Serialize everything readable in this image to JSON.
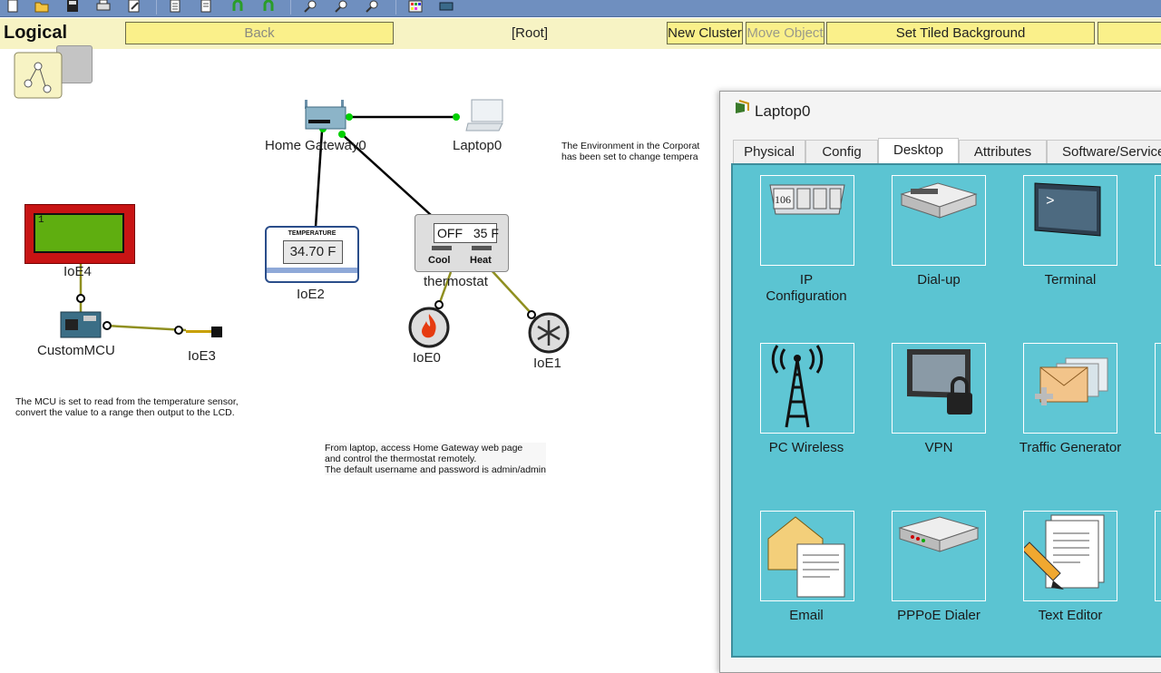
{
  "toolbar": {
    "icons": [
      "new-file-icon",
      "open-folder-icon",
      "save-icon",
      "print-icon",
      "edit-icon",
      "copy-icon",
      "paste-icon",
      "undo-icon",
      "redo-icon",
      "zoom-in-icon",
      "zoom-reset-icon",
      "zoom-out-icon",
      "palette-icon",
      "custom-device-icon"
    ]
  },
  "logical_bar": {
    "title": "Logical",
    "back_label": "Back",
    "root_label": "[Root]",
    "new_cluster_label": "New Cluster",
    "move_object_label": "Move Object",
    "set_tiled_bg_label": "Set Tiled Background"
  },
  "diagram": {
    "devices": {
      "home_gateway": "Home Gateway0",
      "laptop": "Laptop0",
      "ioe4": "IoE4",
      "lcd_value": "1",
      "custom_mcu": "CustomMCU",
      "ioe3": "IoE3",
      "ioe2": "IoE2",
      "temperature_heading": "TEMPERATURE",
      "temperature_value": "34.70 F",
      "thermostat": "thermostat",
      "thermostat_mode": "OFF",
      "thermostat_temp": "35 F",
      "thermostat_cool": "Cool",
      "thermostat_heat": "Heat",
      "ioe0": "IoE0",
      "ioe1": "IoE1"
    },
    "notes": {
      "environment": "The Environment in the Corporat\nhas been set to change tempera",
      "mcu": "The MCU is set to read from the temperature sensor,\nconvert the value to a range then output to the LCD.",
      "laptop": "From laptop, access Home Gateway web page\nand control the thermostat remotely.\nThe default username and password is admin/admin"
    }
  },
  "dialog": {
    "title": "Laptop0",
    "tabs": [
      "Physical",
      "Config",
      "Desktop",
      "Attributes",
      "Software/Services"
    ],
    "active_tab": "Desktop",
    "apps": [
      {
        "label": "IP\nConfiguration",
        "icon": "ip-configuration-icon"
      },
      {
        "label": "Dial-up",
        "icon": "dial-up-icon"
      },
      {
        "label": "Terminal",
        "icon": "terminal-icon"
      },
      {
        "label": "PC Wireless",
        "icon": "pc-wireless-icon"
      },
      {
        "label": "VPN",
        "icon": "vpn-icon"
      },
      {
        "label": "Traffic Generator",
        "icon": "traffic-generator-icon"
      },
      {
        "label": "Email",
        "icon": "email-icon"
      },
      {
        "label": "PPPoE Dialer",
        "icon": "pppoe-dialer-icon"
      },
      {
        "label": "Text Editor",
        "icon": "text-editor-icon"
      }
    ],
    "ip_config_glyph": "106",
    "terminal_glyph": ">"
  },
  "colors": {
    "toolbar_bg": "#6f8fbf",
    "logical_bar_bg": "#f7f3c4",
    "button_bg": "#faf08a",
    "desktop_bg": "#5bc4d2",
    "link_green": "#00d000",
    "iot_link": "#a0a020"
  }
}
